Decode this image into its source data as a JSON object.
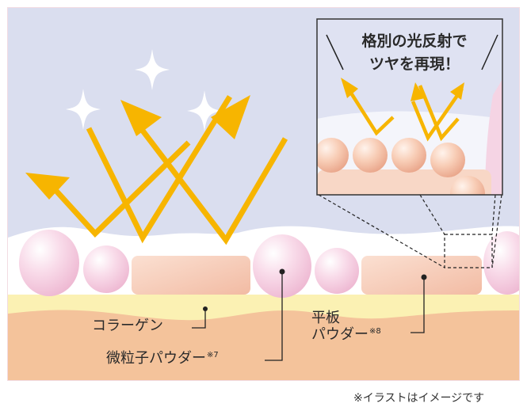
{
  "diagram": {
    "callout": {
      "line1": "格別の光反射で",
      "line2": "ツヤを再現！"
    },
    "labels": {
      "collagen": "コラーゲン",
      "fine_powder": "微粒子パウダー",
      "fine_powder_note": "※7",
      "flat_powder_line1": "平板",
      "flat_powder_line2": "パウダー",
      "flat_powder_note": "※8"
    },
    "footnote": "※イラストはイメージです",
    "colors": {
      "sky": "#dadeef",
      "arrow": "#f7b500",
      "sparkle": "#ffffff",
      "pink_sphere": "#f3c6dc",
      "flat_plate": "#f6c8b4",
      "collagen_layer": "#fbf1b3",
      "skin": "#f4c39b",
      "frame_border": "#f2dce2",
      "callout_border": "#333333"
    }
  }
}
